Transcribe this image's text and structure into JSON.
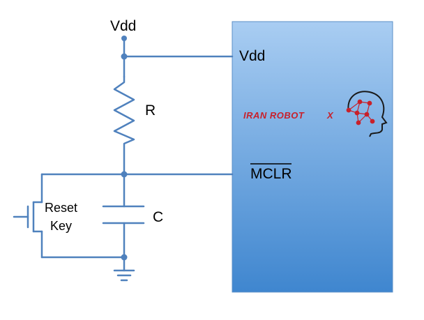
{
  "labels": {
    "vdd_top": "Vdd",
    "vdd_chip": "Vdd",
    "resistor": "R",
    "mclr": "MCLR",
    "capacitor": "C",
    "reset_line1": "Reset",
    "reset_line2": "Key"
  },
  "logo": {
    "text": "IRAN ROBOT",
    "suffix": "X"
  },
  "colors": {
    "wire": "#4f81bd",
    "node": "#4f81bd",
    "chip_top": "#a9cdf2",
    "chip_bottom": "#3f86cf",
    "chip_border": "#5b8fc7",
    "logo_red": "#c8202a"
  }
}
